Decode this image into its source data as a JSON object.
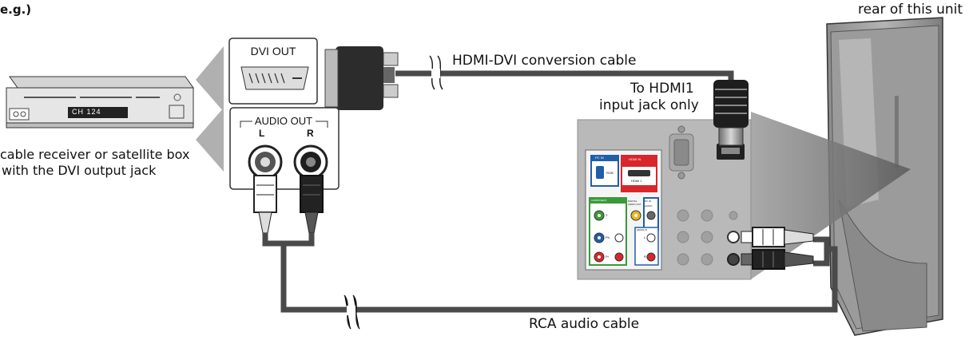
{
  "labels": {
    "eg": "e.g.)",
    "rear_of_unit": "rear of this unit",
    "source_line1": "cable receiver or satellite box",
    "source_line2": "with the DVI output jack",
    "hdmi_dvi_cable": "HDMI-DVI conversion cable",
    "to_hdmi1_line1": "To HDMI1",
    "to_hdmi1_line2": "input jack only",
    "rca_cable": "RCA audio cable"
  },
  "source_device": {
    "display_text": "CH 124",
    "ports": {
      "dvi_out": "DVI OUT",
      "audio_out": "AUDIO OUT",
      "left": "L",
      "right": "R"
    }
  },
  "tv_panel": {
    "pc_in_top": "PC IN",
    "rgb": "RGB",
    "hdmi_in": "HDMI IN",
    "hdmi1": "HDMI 1",
    "component": "COMPONENT",
    "digital_audio_out": "DIGITAL AUDIO OUT",
    "pc_in_audio_header": "PC IN",
    "audio": "AUDIO",
    "hdmi1_in": "HDMI1 IN",
    "y": "Y",
    "pb": "Pb",
    "pr": "Pr",
    "l": "L",
    "r": "R"
  },
  "colors": {
    "cable": "#4a4a4a",
    "panel": "#b8b8b8",
    "pc_blue": "#1f5ea8",
    "hdmi_red": "#d8262c",
    "component_green": "#3a9a3a",
    "coax_yellow": "#e8b520"
  }
}
